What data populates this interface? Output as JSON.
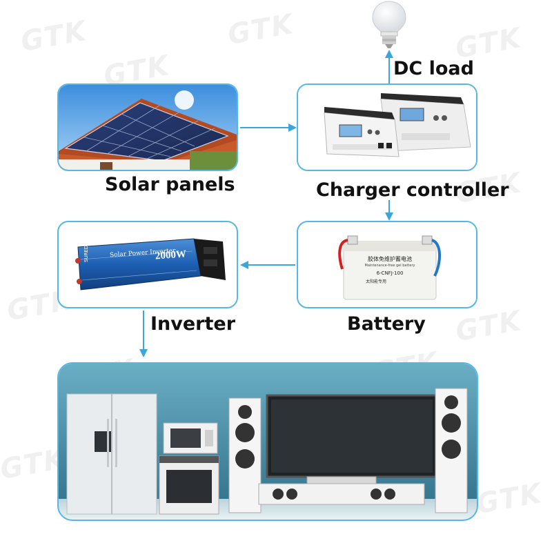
{
  "labels": {
    "dc_load": "DC load",
    "solar_panels": "Solar panels",
    "charger_controller": "Charger controller",
    "battery": "Battery",
    "inverter": "Inverter"
  },
  "inverter_device": {
    "brand": "SUREDON",
    "name": "Solar Power Inverter",
    "power": "2000W"
  },
  "battery_device": {
    "line1": "胶体免维护蓄电池",
    "line2": "Maintenance-free gel battery",
    "model": "6-CNFJ-100",
    "line4": "太阳能专用"
  },
  "watermark": "GTK",
  "colors": {
    "frame": "#55b7e6",
    "arrow": "#3aa6dc",
    "scene_bg": "#4a8fa8"
  }
}
